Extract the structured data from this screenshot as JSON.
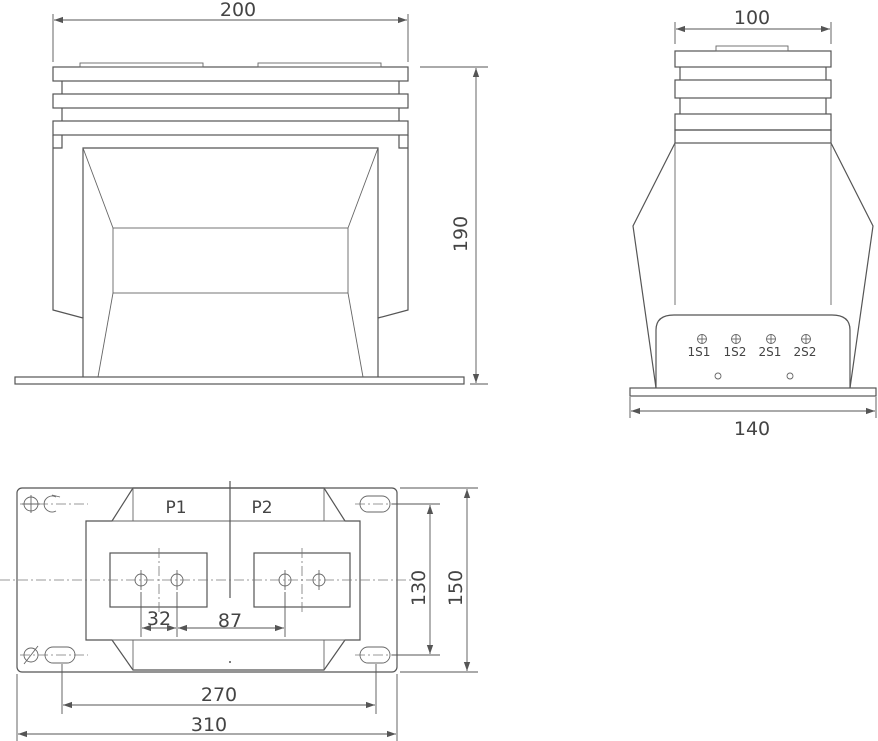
{
  "colors": {
    "line": "#555555",
    "background": "#ffffff"
  },
  "front_view": {
    "width_dim": "200",
    "height_dim": "190"
  },
  "side_view": {
    "top_dim": "100",
    "bottom_dim": "140",
    "terminals": [
      "1S1",
      "1S2",
      "2S1",
      "2S2"
    ]
  },
  "plan_view": {
    "primary_labels": [
      "P1",
      "P2"
    ],
    "dims": {
      "hole_spacing": "32",
      "terminal_spacing": "87",
      "inner_width": "270",
      "overall_width": "310",
      "inner_depth": "130",
      "overall_depth": "150"
    }
  }
}
